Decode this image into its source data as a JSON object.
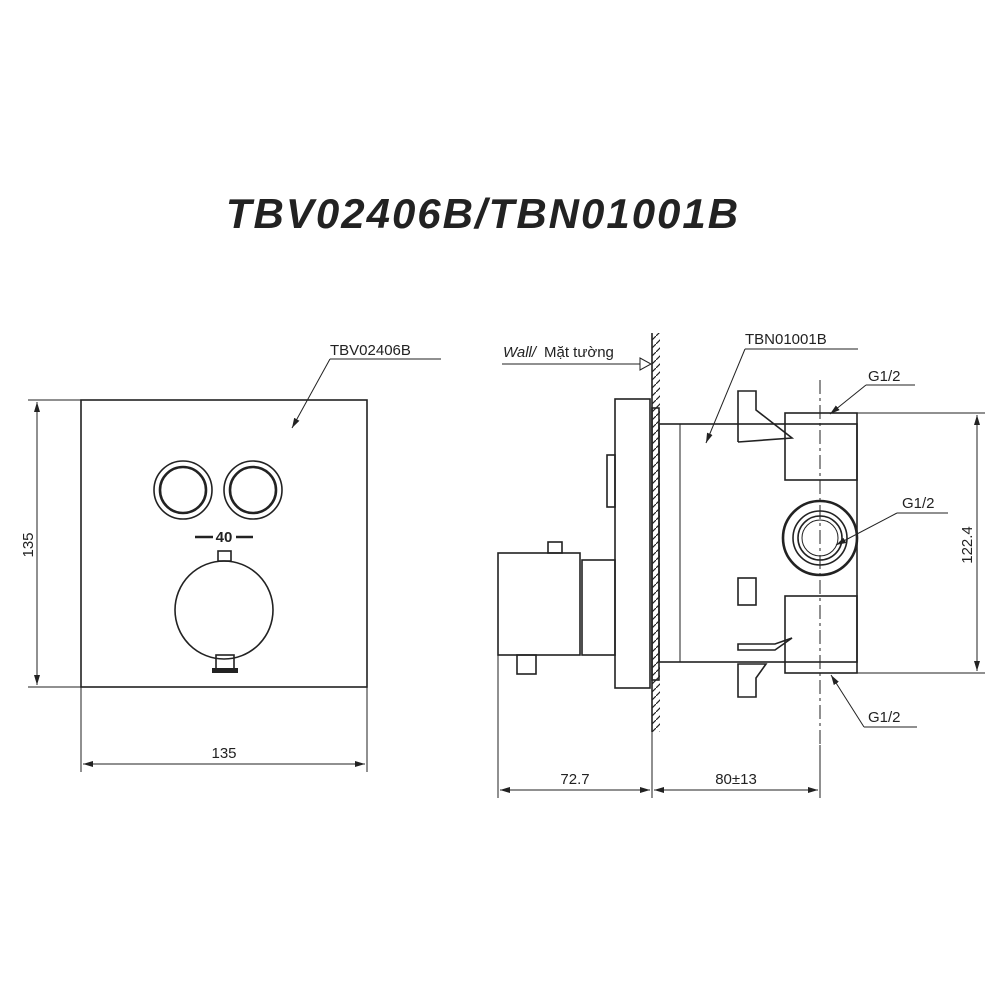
{
  "title": "TBV02406B/TBN01001B",
  "front_view": {
    "part_label": "TBV02406B",
    "width_dim": "135",
    "height_dim": "135",
    "button_spacing_dim": "40"
  },
  "side_view": {
    "wall_label_italic": "Wall/",
    "wall_label": "Mặt tường",
    "part_label": "TBN01001B",
    "port_top": "G1/2",
    "port_middle": "G1/2",
    "port_bottom": "G1/2",
    "port_spacing_dim": "122.4",
    "protrusion_dim": "72.7",
    "depth_dim": "80±13"
  }
}
